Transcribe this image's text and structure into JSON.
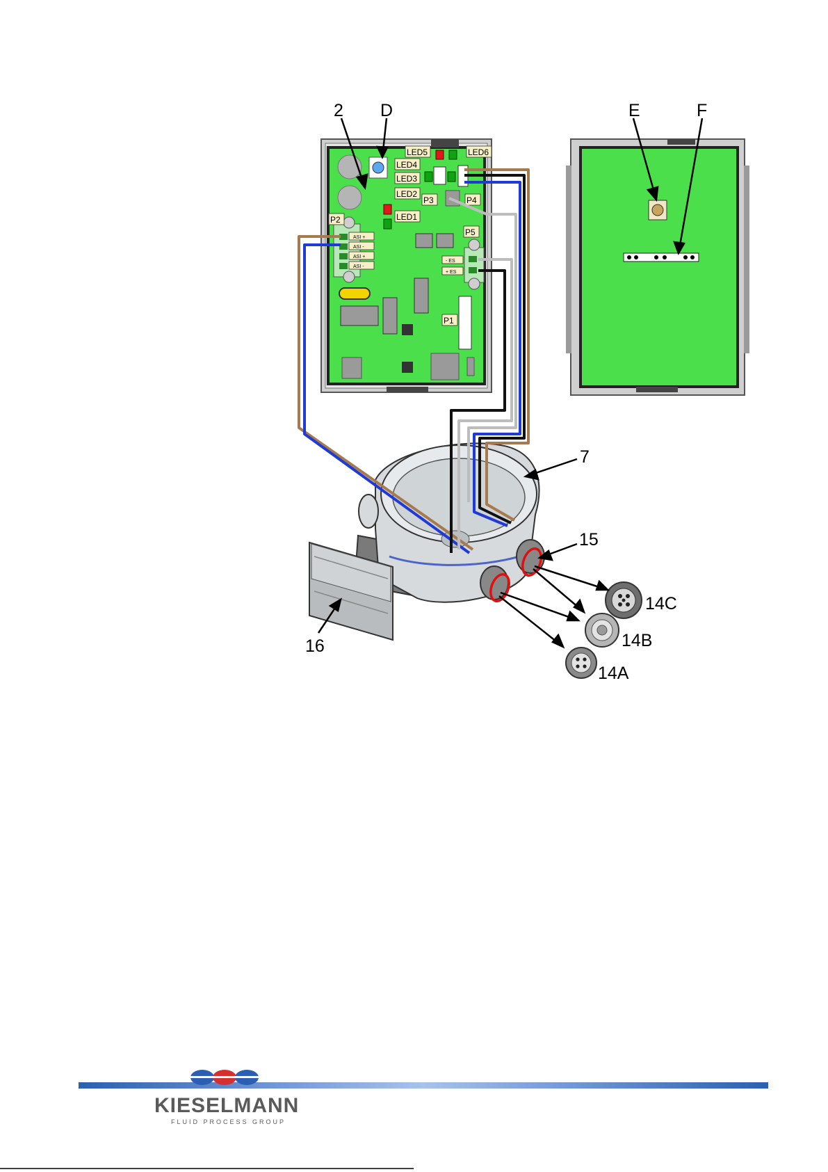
{
  "callouts": {
    "board": "2",
    "rotary_switch": "D",
    "potentiometer": "E",
    "sensor_bar": "F",
    "housing": "7",
    "seal_ring": "15",
    "bracket": "16",
    "connector_c": "14C",
    "connector_b": "14B",
    "connector_a": "14A"
  },
  "board_labels": {
    "led5": "LED5",
    "led6": "LED6",
    "led4": "LED4",
    "led3": "LED3",
    "led2": "LED2",
    "led1": "LED1",
    "p1": "P1",
    "p2": "P2",
    "p3": "P3",
    "p4": "P4",
    "p5": "P5"
  },
  "terminal_labels": {
    "asi_plus_1": "ASI +",
    "asi_minus_1": "ASI -",
    "asi_plus_2": "ASI +",
    "asi_minus_2": "ASI -",
    "es_minus": "- ES",
    "es_plus": "+ ES"
  },
  "logo": {
    "name": "KIESELMANN",
    "tagline": "FLUID PROCESS GROUP"
  },
  "colors": {
    "pcb_green": "#4be04b",
    "wire_brown": "#a67a4e",
    "wire_blue": "#1f3bd6",
    "wire_black": "#111111",
    "wire_grey": "#bdbdbd",
    "led_red": "#e01818",
    "led_green": "#0fa40f",
    "seal_red": "#e01010",
    "label_bg": "#f7f0c4",
    "logo_blue": "#2b5fb3",
    "logo_red": "#d43030"
  }
}
